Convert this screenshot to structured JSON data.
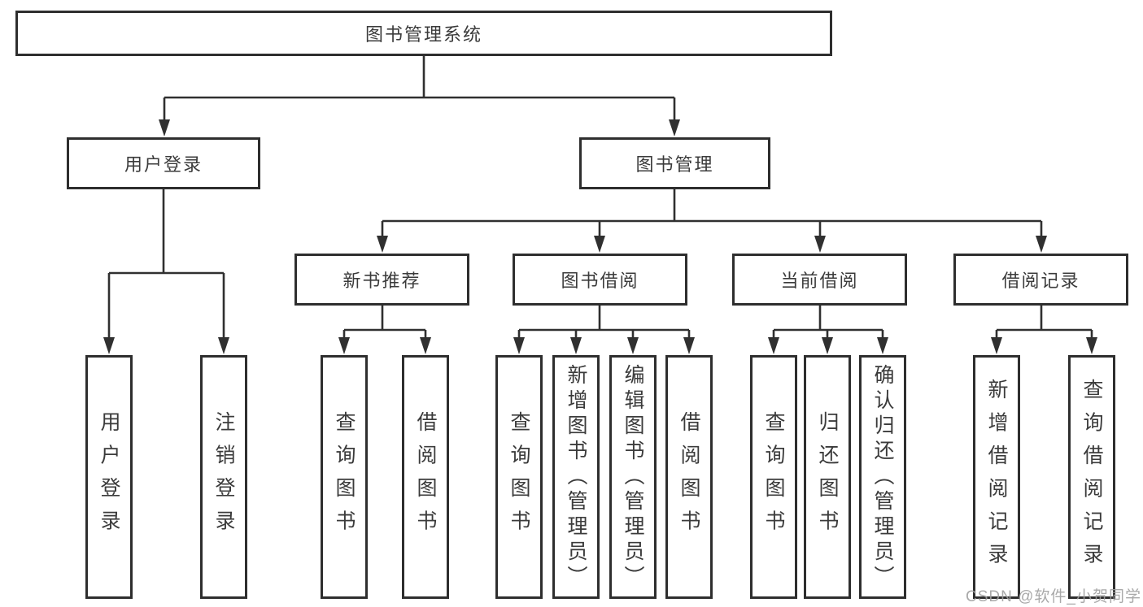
{
  "title": "图书管理系统",
  "tree": {
    "root": {
      "label": "图书管理系统"
    },
    "branches": [
      {
        "label": "用户登录",
        "children": [
          {
            "label": "用户登录"
          },
          {
            "label": "注销登录"
          }
        ]
      },
      {
        "label": "图书管理",
        "children": [
          {
            "label": "新书推荐",
            "children": [
              {
                "label": "查询图书"
              },
              {
                "label": "借阅图书"
              }
            ]
          },
          {
            "label": "图书借阅",
            "children": [
              {
                "label": "查询图书"
              },
              {
                "label": "新增图书（管理员）"
              },
              {
                "label": "编辑图书（管理员）"
              },
              {
                "label": "借阅图书"
              }
            ]
          },
          {
            "label": "当前借阅",
            "children": [
              {
                "label": "查询图书"
              },
              {
                "label": "归还图书"
              },
              {
                "label": "确认归还（管理员）"
              }
            ]
          },
          {
            "label": "借阅记录",
            "children": [
              {
                "label": "新增借阅记录"
              },
              {
                "label": "查询借阅记录"
              }
            ]
          }
        ]
      }
    ]
  },
  "watermark": "CSDN @软件_小贺同学",
  "colors": {
    "line": "#303030",
    "border": "#2e2e2e",
    "text": "#3b3b3b",
    "watermark": "#a0a0a0",
    "background": "#ffffff"
  }
}
